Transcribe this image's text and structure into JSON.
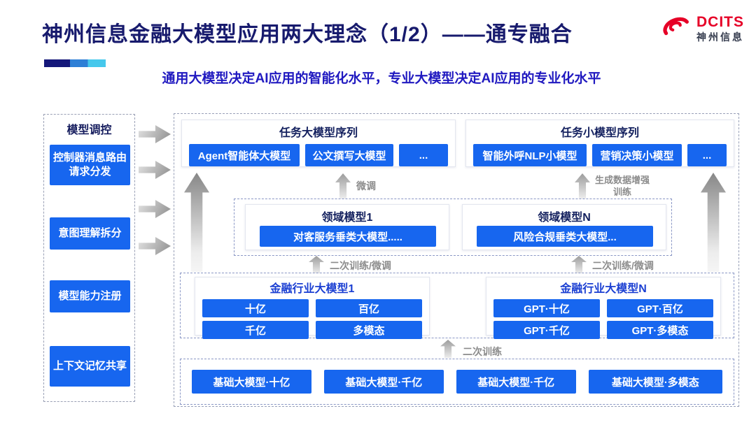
{
  "header": {
    "title": "神州信息金融大模型应用两大理念（1/2）——通专融合",
    "subtitle": "通用大模型决定AI应用的智能化水平，专业大模型决定AI应用的专业化水平",
    "logo": {
      "brand": "DCITS",
      "brand_cn": "神州信息"
    }
  },
  "colors": {
    "box_blue": "#1766ef",
    "title_navy": "#171a6d",
    "subtitle_blue": "#2019c0",
    "section_header_navy": "#13205e",
    "industry_header_blue": "#1b3fd2",
    "label_gray": "#8c8c8c",
    "logo_red": "#e60027"
  },
  "sidebar": {
    "title": "模型调控",
    "items": [
      {
        "label": "控制器消息路由请求分发"
      },
      {
        "label": "意图理解拆分"
      },
      {
        "label": "模型能力注册"
      },
      {
        "label": "上下文记忆共享"
      }
    ]
  },
  "diagram": {
    "task_large": {
      "title": "任务大模型序列",
      "boxes": [
        "Agent智能体大模型",
        "公文撰写大模型",
        "..."
      ]
    },
    "task_small": {
      "title": "任务小模型序列",
      "boxes": [
        "智能外呼NLP小模型",
        "营销决策小模型",
        "..."
      ]
    },
    "labels": {
      "fine_tune": "微调",
      "gen_data_train": "生成数据增强训练",
      "retrain_finetune_left": "二次训练/微调",
      "retrain_finetune_right": "二次训练/微调",
      "secondary_train": "二次训练"
    },
    "domain": {
      "groups": [
        {
          "title": "领域模型1",
          "box": "对客服务垂类大模型....."
        },
        {
          "title": "领域模型N",
          "box": "风险合规垂类大模型..."
        }
      ]
    },
    "industry": {
      "groups": [
        {
          "title": "金融行业大模型1",
          "boxes": [
            "十亿",
            "百亿",
            "千亿",
            "多模态"
          ]
        },
        {
          "title": "金融行业大模型N",
          "boxes": [
            "GPT·十亿",
            "GPT·百亿",
            "GPT·千亿",
            "GPT·多模态"
          ]
        }
      ]
    },
    "foundation": {
      "boxes": [
        "基础大模型·十亿",
        "基础大模型·千亿",
        "基础大模型·千亿",
        "基础大模型·多模态"
      ]
    }
  }
}
